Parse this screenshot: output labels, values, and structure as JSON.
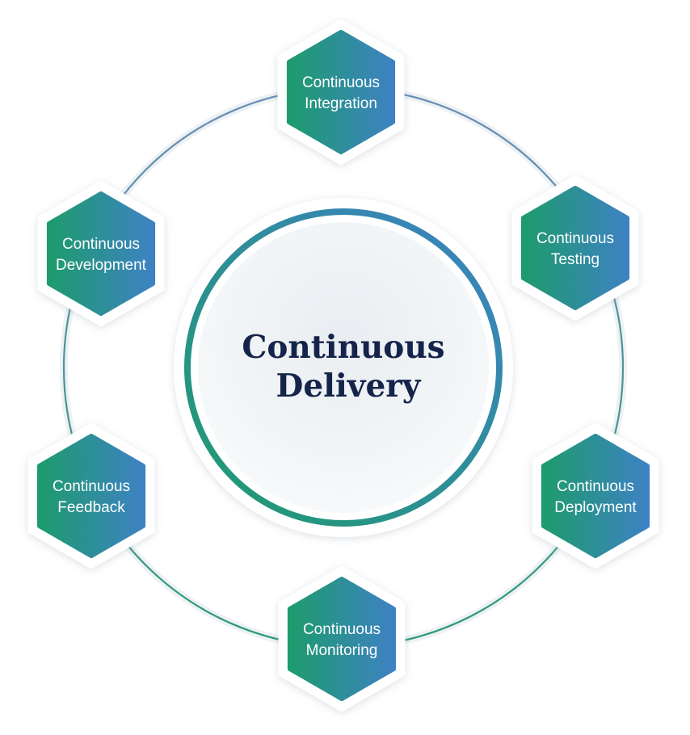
{
  "diagram": {
    "center": {
      "line1": "Continuous",
      "line2": "Delivery"
    },
    "nodes": [
      {
        "line1": "Continuous",
        "line2": "Integration"
      },
      {
        "line1": "Continuous",
        "line2": "Testing"
      },
      {
        "line1": "Continuous",
        "line2": "Deployment"
      },
      {
        "line1": "Continuous",
        "line2": "Monitoring"
      },
      {
        "line1": "Continuous",
        "line2": "Feedback"
      },
      {
        "line1": "Continuous",
        "line2": "Development"
      }
    ]
  },
  "colors": {
    "gradient_start": "#1e9b6d",
    "gradient_end": "#3d82c3",
    "center_text": "#14244a",
    "center_fill": "#eef1f4"
  }
}
